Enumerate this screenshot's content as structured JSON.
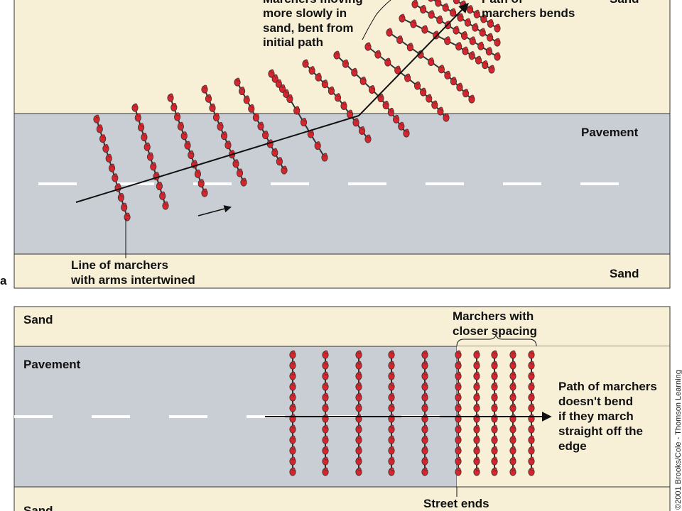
{
  "panel_a": {
    "letter": "a",
    "labels": {
      "sand_top": "Sand",
      "pavement": "Pavement",
      "sand_bottom": "Sand",
      "marchers_line": [
        "Line of marchers",
        "with arms intertwined"
      ],
      "slow_in_sand": [
        "Marchers moving",
        "more slowly in",
        "sand, bent from",
        "initial path"
      ],
      "path_bends": [
        "Path of",
        "marchers bends"
      ]
    }
  },
  "panel_b": {
    "labels": {
      "sand_top": "Sand",
      "pavement": "Pavement",
      "sand_bottom": "Sand",
      "closer_spacing": [
        "Marchers with",
        "closer spacing"
      ],
      "no_bend": [
        "Path of marchers",
        "doesn't bend",
        "if they march",
        "straight off the",
        "edge"
      ],
      "street_ends": "Street ends"
    }
  },
  "credit": "©2001 Brooks/Cole - Thomson Learning",
  "colors": {
    "sand": "#f7f0d6",
    "pavement": "#c8ced3",
    "marcher": "#d8242c",
    "outline": "#333333",
    "dash": "#ffffff"
  },
  "icons": [
    "marcher-figure-icon",
    "arrow-icon"
  ]
}
